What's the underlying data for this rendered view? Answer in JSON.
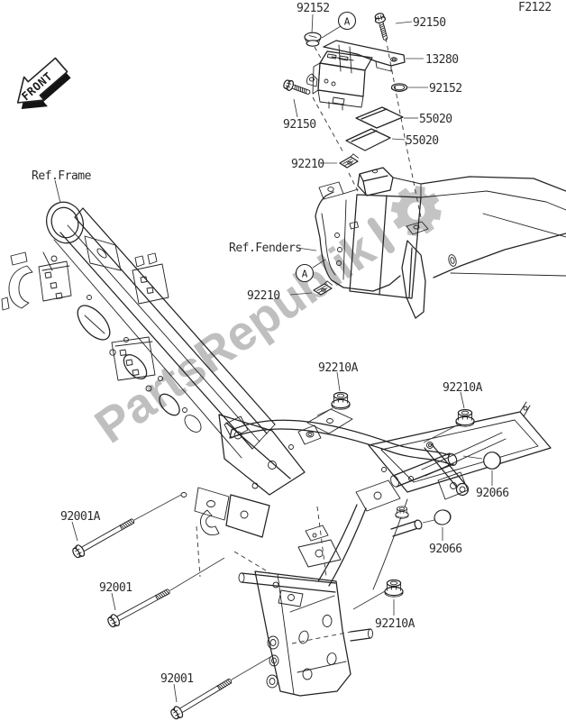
{
  "page": {
    "drawing_code": "F2122"
  },
  "front_arrow": {
    "label": "FRONT"
  },
  "references": {
    "frame": "Ref.Frame",
    "fenders": "Ref.Fenders"
  },
  "markers": [
    "A",
    "A"
  ],
  "watermark": {
    "text": "PartsRepublik",
    "gear_icon": "gear",
    "color": "#848484"
  },
  "callouts": {
    "p92152_top": "92152",
    "p92150_top": "92150",
    "p13280": "13280",
    "p92152_right": "92152",
    "p92150_left": "92150",
    "p55020_upper": "55020",
    "p55020_lower": "55020",
    "p92210_upper": "92210",
    "p92210_lower": "92210",
    "p92210a_left": "92210A",
    "p92210a_right": "92210A",
    "p92210a_bottom": "92210A",
    "p92066_upper": "92066",
    "p92066_lower": "92066",
    "p92001a": "92001A",
    "p92001_mid": "92001",
    "p92001_bottom": "92001"
  }
}
